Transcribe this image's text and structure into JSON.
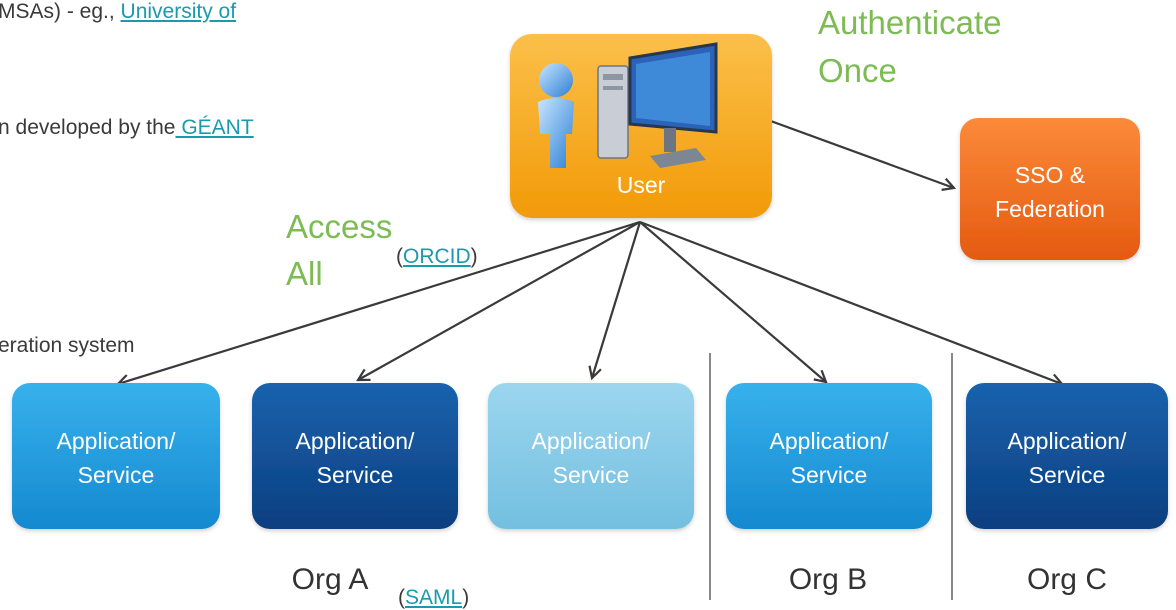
{
  "background_text": {
    "line1_prefix": "MSAs) - eg., ",
    "line1_link": "University of",
    "line2_prefix": "n developed by the",
    "line2_link": " GÉANT",
    "line3_prefix": "(",
    "line3_link": "ORCID",
    "line3_suffix": ")",
    "line4": "eration system",
    "line5_prefix": "(",
    "line5_link": "SAML",
    "line5_suffix": ")"
  },
  "diagram": {
    "user": {
      "label": "User",
      "color": "#f2a20c"
    },
    "sso": {
      "line1": "SSO &",
      "line2": "Federation",
      "color": "#f26b1d"
    },
    "authenticate": {
      "line1": "Authenticate",
      "line2": "Once"
    },
    "access": {
      "line1": "Access",
      "line2": "All"
    },
    "services": [
      {
        "line1": "Application/",
        "line2": "Service",
        "color": "#1e9be0"
      },
      {
        "line1": "Application/",
        "line2": "Service",
        "color": "#0f4f96"
      },
      {
        "line1": "Application/",
        "line2": "Service",
        "color": "#86cbe8"
      },
      {
        "line1": "Application/",
        "line2": "Service",
        "color": "#1e9be0"
      },
      {
        "line1": "Application/",
        "line2": "Service",
        "color": "#0f4f96"
      }
    ],
    "orgs": [
      "Org A",
      "Org B",
      "Org C"
    ]
  }
}
